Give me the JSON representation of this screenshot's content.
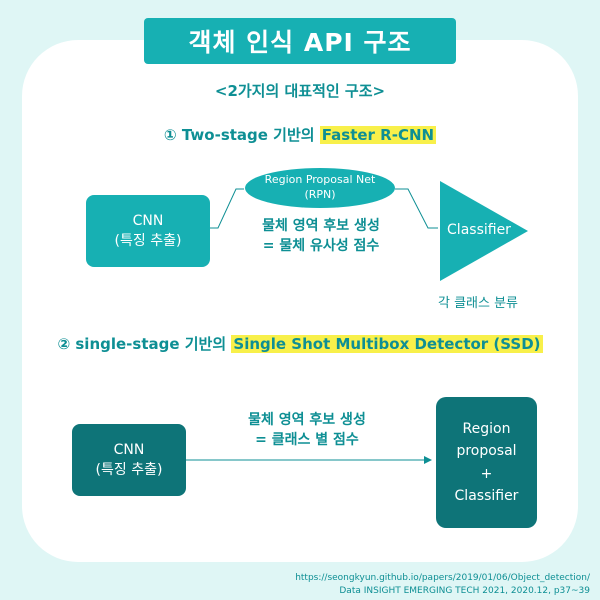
{
  "title": "객체 인식 API 구조",
  "subtitle": "<2가지의 대표적인 구조>",
  "section1": {
    "prefix": "① Two-stage 기반의 ",
    "highlight": "Faster R-CNN"
  },
  "section2": {
    "prefix": "② single-stage 기반의 ",
    "highlight": "Single Shot Multibox Detector (SSD)"
  },
  "diagram1": {
    "cnn_line1": "CNN",
    "cnn_line2": "(특징 추출)",
    "rpn_line1": "Region Proposal Net",
    "rpn_line2": "(RPN)",
    "text_line1": "물체 영역 후보 생성",
    "text_line2": "= 물체 유사성 점수",
    "classifier": "Classifier",
    "classes": "각 클래스 분류"
  },
  "diagram2": {
    "cnn_line1": "CNN",
    "cnn_line2": "(특징 추출)",
    "text_line1": "물체 영역 후보 생성",
    "text_line2": "= 클래스 별 점수",
    "box_line1": "Region",
    "box_line2": "proposal",
    "box_line3": "+",
    "box_line4": "Classifier"
  },
  "source": {
    "line1": "https://seongkyun.github.io/papers/2019/01/06/Object_detection/",
    "line2": "Data INSIGHT EMERGING TECH 2021, 2020.12, p37~39"
  },
  "colors": {
    "accent": "#17b0b3",
    "dark_accent": "#0e7478",
    "text": "#0e8f94",
    "highlight": "#f8f04a",
    "background": "#dff6f5"
  }
}
